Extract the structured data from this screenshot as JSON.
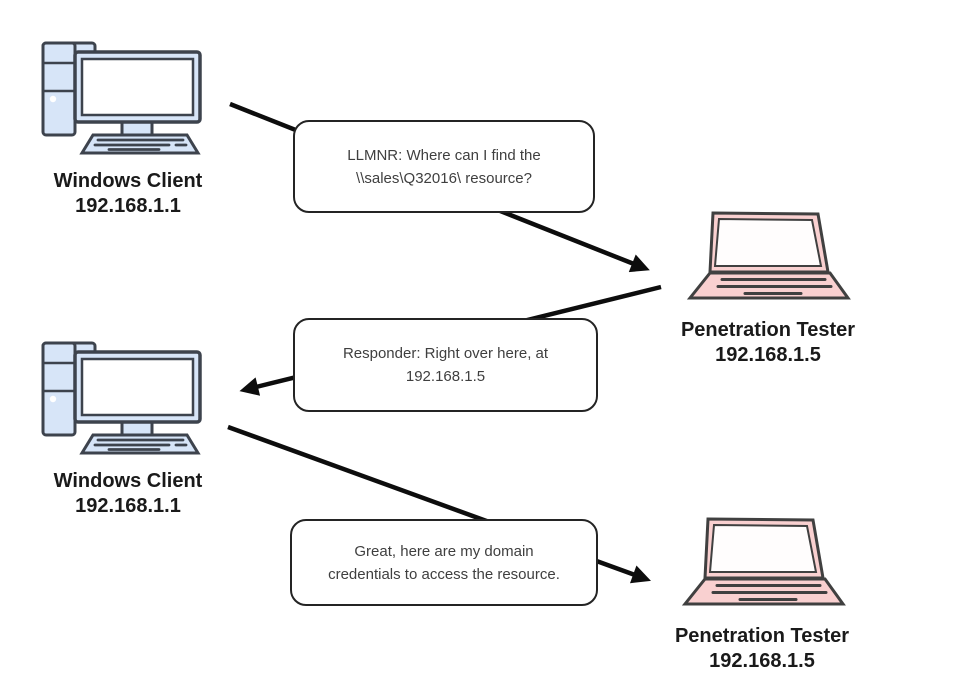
{
  "diagram": {
    "nodes": [
      {
        "id": "windows-client-1",
        "icon": "desktop-computer-icon",
        "label": "Windows Client",
        "ip": "192.168.1.1"
      },
      {
        "id": "penetration-tester-1",
        "icon": "laptop-icon",
        "label": "Penetration Tester",
        "ip": "192.168.1.5"
      },
      {
        "id": "windows-client-2",
        "icon": "desktop-computer-icon",
        "label": "Windows Client",
        "ip": "192.168.1.1"
      },
      {
        "id": "penetration-tester-2",
        "icon": "laptop-icon",
        "label": "Penetration Tester",
        "ip": "192.168.1.5"
      }
    ],
    "messages": [
      {
        "from": "windows-client-1",
        "to": "penetration-tester-1",
        "line1": "LLMNR: Where can I find the",
        "line2": "\\\\sales\\Q32016\\ resource?"
      },
      {
        "from": "penetration-tester-1",
        "to": "windows-client-2",
        "line1": "Responder: Right over here, at",
        "line2": "192.168.1.5"
      },
      {
        "from": "windows-client-2",
        "to": "penetration-tester-2",
        "line1": "Great, here are my domain",
        "line2": "credentials to access the resource."
      }
    ],
    "colors": {
      "background": "#ffffff",
      "desktop_fill": "#d7e5f8",
      "desktop_screen": "#ffffff",
      "desktop_stroke": "#3d434d",
      "laptop_fill": "#f9d0d0",
      "laptop_screen": "#fffdfd",
      "laptop_stroke": "#404040",
      "arrow": "#0d0d0d",
      "bubble_border": "#242424",
      "bubble_text": "#3f3f3f",
      "label_text": "#1a1a1a"
    }
  }
}
